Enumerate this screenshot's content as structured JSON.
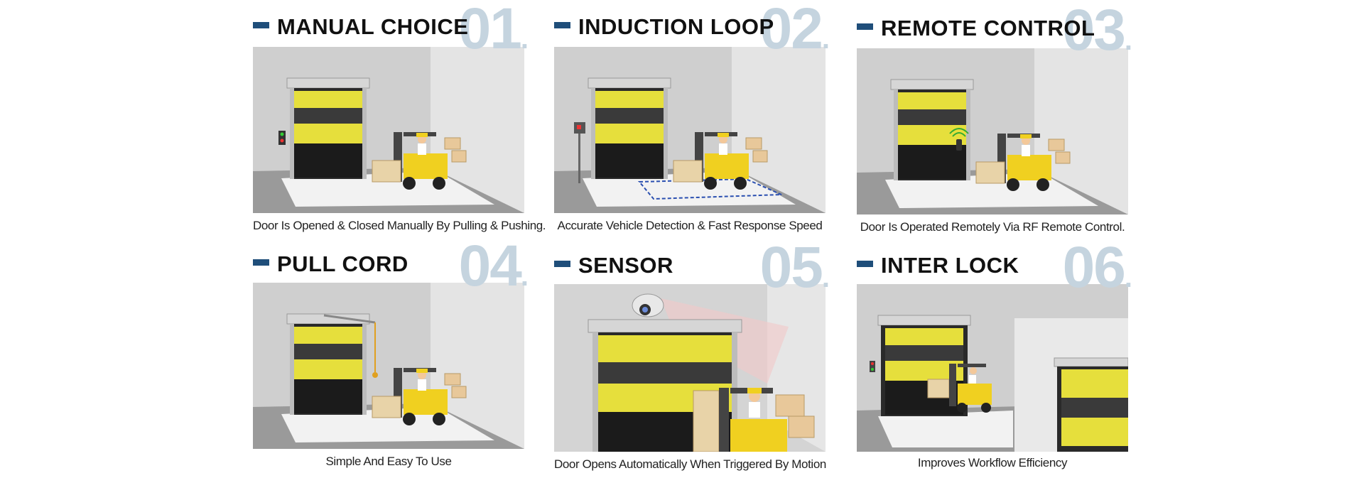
{
  "colors": {
    "accent": "#1f4e7a",
    "number": "#c5d4df",
    "door_yellow": "#e6df3c",
    "forklift_yellow": "#f0d020"
  },
  "cards": [
    {
      "number": "01",
      "title": "MANUAL CHOICE",
      "caption": "Door Is Opened & Closed Manually By Pulling & Pushing.",
      "device_icon": "push-button-icon"
    },
    {
      "number": "02",
      "title": "INDUCTION LOOP",
      "caption": "Accurate Vehicle Detection & Fast Response Speed",
      "device_icon": "loop-detector-icon"
    },
    {
      "number": "03",
      "title": "REMOTE CONTROL",
      "caption": "Door Is Operated Remotely Via RF Remote Control.",
      "device_icon": "remote-control-icon"
    },
    {
      "number": "04",
      "title": "PULL CORD",
      "caption": "Simple And Easy To Use",
      "device_icon": "pull-cord-icon"
    },
    {
      "number": "05",
      "title": "SENSOR",
      "caption": "Door Opens Automatically When Triggered By Motion",
      "device_icon": "motion-sensor-icon"
    },
    {
      "number": "06",
      "title": "INTER LOCK",
      "caption": "Improves Workflow Efficiency",
      "device_icon": "interlock-icon"
    }
  ]
}
